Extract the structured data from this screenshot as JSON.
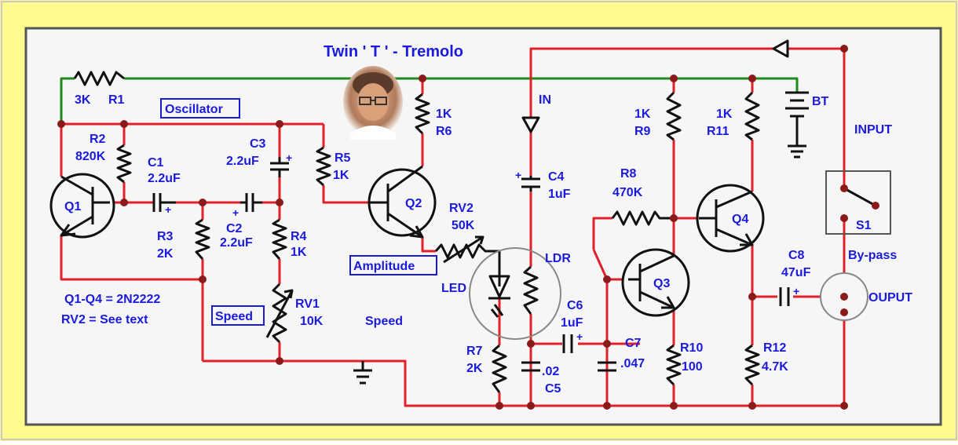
{
  "title": "Twin ' T ' - Tremolo",
  "colors": {
    "frame_yellow": "#fdfb8e",
    "panel_bg": "#f6f6f6",
    "panel_border": "#555555",
    "wire_red": "#e0202a",
    "wire_green": "#1e8a1e",
    "component_black": "#111111",
    "label_blue": "#1a1adc",
    "junction": "#8b1a1a"
  },
  "section_labels": {
    "oscillator": "Oscillator",
    "amplitude": "Amplitude",
    "speed_boxed": "Speed",
    "speed_plain": "Speed",
    "led": "LED",
    "ldr": "LDR",
    "input_port": "IN",
    "input": "INPUT",
    "bypass": "By-pass",
    "output": "OUPUT",
    "battery": "BT"
  },
  "notes": {
    "transistors": "Q1-Q4 = 2N2222",
    "rv2": "RV2 = See text"
  },
  "components": {
    "R1": {
      "ref": "R1",
      "value": "3K"
    },
    "R2": {
      "ref": "R2",
      "value": "820K"
    },
    "R3": {
      "ref": "R3",
      "value": "2K"
    },
    "R4": {
      "ref": "R4",
      "value": "1K"
    },
    "R5": {
      "ref": "R5",
      "value": "1K"
    },
    "R6": {
      "ref": "R6",
      "value": "1K"
    },
    "R7": {
      "ref": "R7",
      "value": "2K"
    },
    "R8": {
      "ref": "R8",
      "value": "470K"
    },
    "R9": {
      "ref": "R9",
      "value": "1K"
    },
    "R10": {
      "ref": "R10",
      "value": "100"
    },
    "R11": {
      "ref": "R11",
      "value": "1K"
    },
    "R12": {
      "ref": "R12",
      "value": "4.7K"
    },
    "RV1": {
      "ref": "RV1",
      "value": "10K"
    },
    "RV2": {
      "ref": "RV2",
      "value": "50K"
    },
    "C1": {
      "ref": "C1",
      "value": "2.2uF"
    },
    "C2": {
      "ref": "C2",
      "value": "2.2uF"
    },
    "C3": {
      "ref": "C3",
      "value": "2.2uF"
    },
    "C4": {
      "ref": "C4",
      "value": "1uF"
    },
    "C5": {
      "ref": "C5",
      "value": ".02"
    },
    "C6": {
      "ref": "C6",
      "value": "1uF"
    },
    "C7": {
      "ref": "C7",
      "value": ".047"
    },
    "C8": {
      "ref": "C8",
      "value": "47uF"
    },
    "Q1": {
      "ref": "Q1"
    },
    "Q2": {
      "ref": "Q2"
    },
    "Q3": {
      "ref": "Q3"
    },
    "Q4": {
      "ref": "Q4"
    },
    "S1": {
      "ref": "S1"
    }
  }
}
